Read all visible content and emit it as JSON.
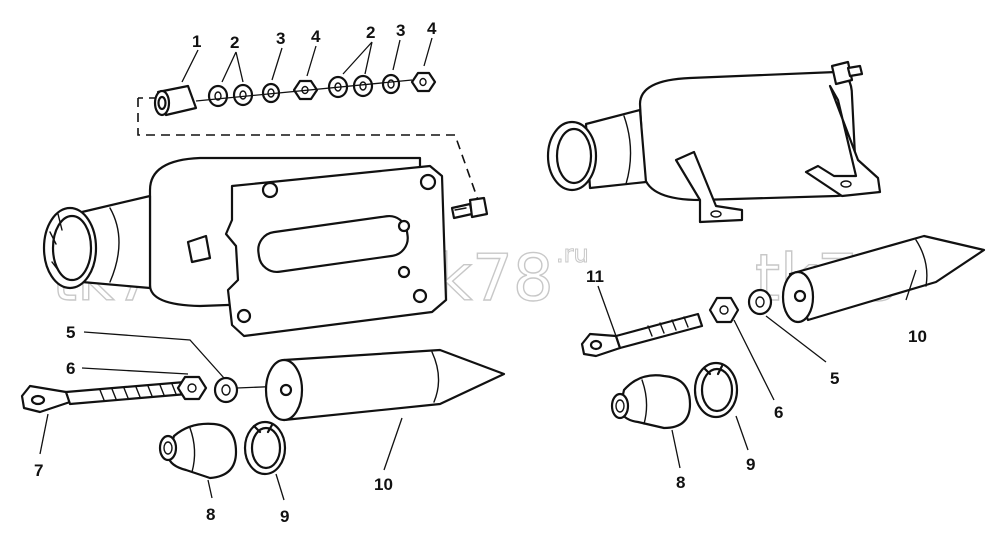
{
  "watermark": {
    "text": "tk78",
    "suffix": ".ru"
  },
  "colors": {
    "ink": "#111111",
    "watermark": "#c8c8c8",
    "background": "#ffffff"
  },
  "callouts": {
    "left": [
      "1",
      "2",
      "3",
      "4",
      "2",
      "3",
      "4",
      "5",
      "6",
      "7",
      "8",
      "9",
      "10"
    ],
    "right": [
      "11",
      "10",
      "5",
      "6",
      "8",
      "9"
    ]
  }
}
